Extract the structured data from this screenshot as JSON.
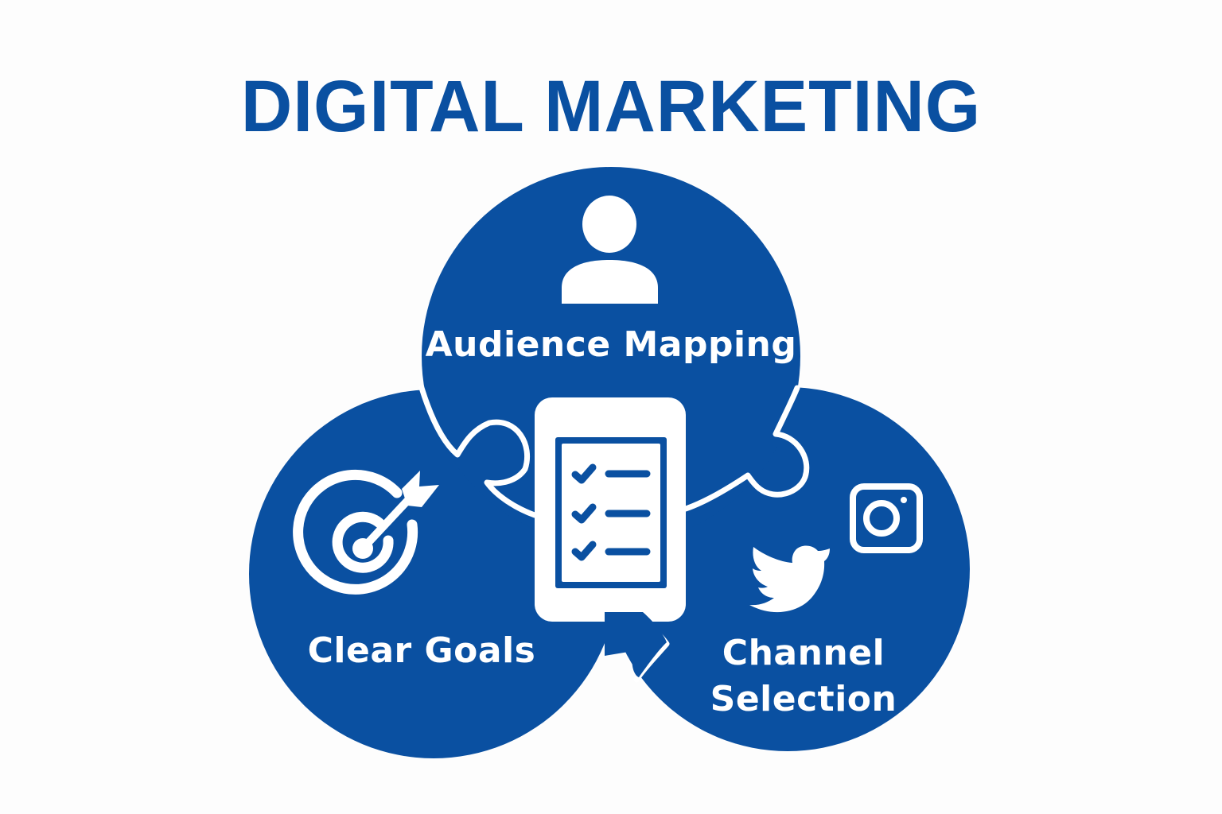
{
  "title": "DIGITAL MARKETING",
  "colors": {
    "primary": "#0A50A1",
    "background": "#FDFDFD",
    "icon": "#FFFFFF"
  },
  "segments": [
    {
      "id": "audience",
      "label": "Audience Mapping",
      "icon": "user-icon"
    },
    {
      "id": "goals",
      "label": "Clear Goals",
      "icon": "target-arrow-icon"
    },
    {
      "id": "channel",
      "label_line1": "Channel",
      "label_line2": "Selection",
      "icons": [
        "twitter-icon",
        "instagram-icon"
      ]
    }
  ],
  "center": {
    "icon": "checklist-tablet-icon",
    "checklist_items": 3
  }
}
